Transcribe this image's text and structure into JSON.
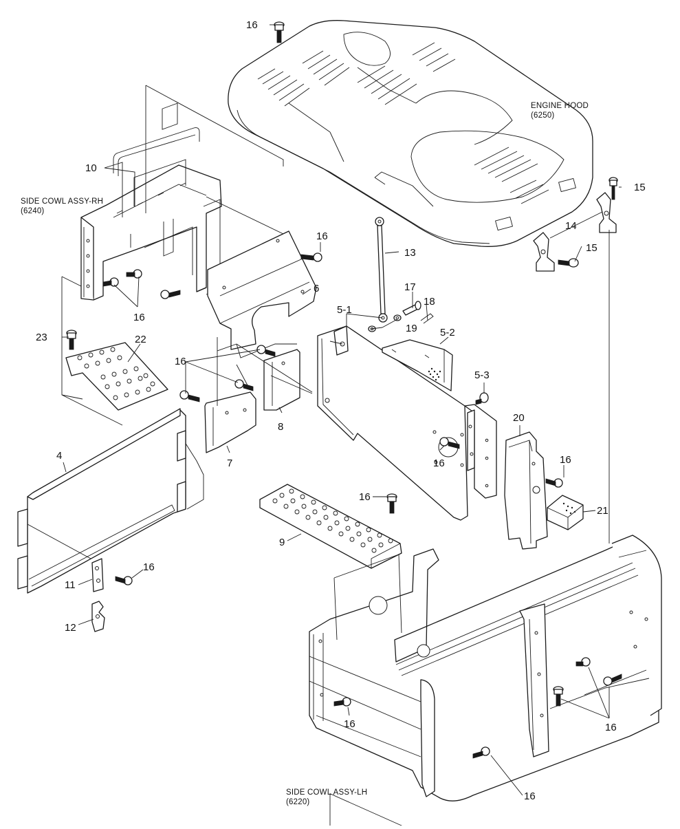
{
  "callouts": {
    "c16_top": "16",
    "c10": "10",
    "c15_a": "15",
    "c15_b": "15",
    "c14": "14",
    "c16_bolt_rh": "16",
    "c13": "13",
    "c6": "6",
    "c16_rh": "16",
    "c17": "17",
    "c18": "18",
    "c5_1": "5-1",
    "c19": "19",
    "c5_2": "5-2",
    "c23": "23",
    "c22": "22",
    "c16_brk": "16",
    "c5_3": "5-3",
    "c20": "20",
    "c16_51": "16",
    "c16_20": "16",
    "c8": "8",
    "c7": "7",
    "c4": "4",
    "c16_9": "16",
    "c21": "21",
    "c9": "9",
    "c16_11": "16",
    "c11": "11",
    "c12": "12",
    "c16_lh_inner": "16",
    "c16_lh_right": "16",
    "c16_lh_bottom": "16"
  },
  "captions": {
    "engine_hood_name": "ENGINE HOOD",
    "engine_hood_code": "(6250)",
    "side_cowl_rh_name": "SIDE COWL ASSY-RH",
    "side_cowl_rh_code": "(6240)",
    "side_cowl_lh_name": "SIDE COWL ASSY-LH",
    "side_cowl_lh_code": "(6220)"
  }
}
